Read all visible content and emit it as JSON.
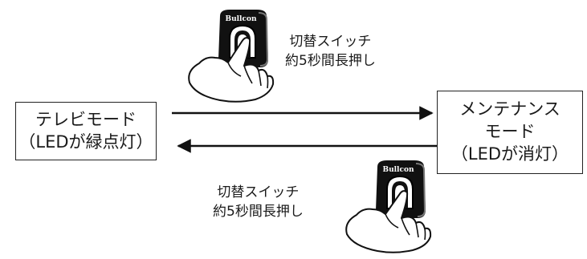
{
  "modes": {
    "tv": {
      "line1": "テレビモード",
      "line2": "（LEDが緑点灯）"
    },
    "maintenance": {
      "line1": "メンテナンス",
      "line2": "モード",
      "line3": "（LEDが消灯）"
    }
  },
  "actions": {
    "top": {
      "line1": "切替スイッチ",
      "line2": "約5秒間長押し"
    },
    "bottom": {
      "line1": "切替スイッチ",
      "line2": "約5秒間長押し"
    }
  },
  "device": {
    "brand": "Bullcon"
  }
}
